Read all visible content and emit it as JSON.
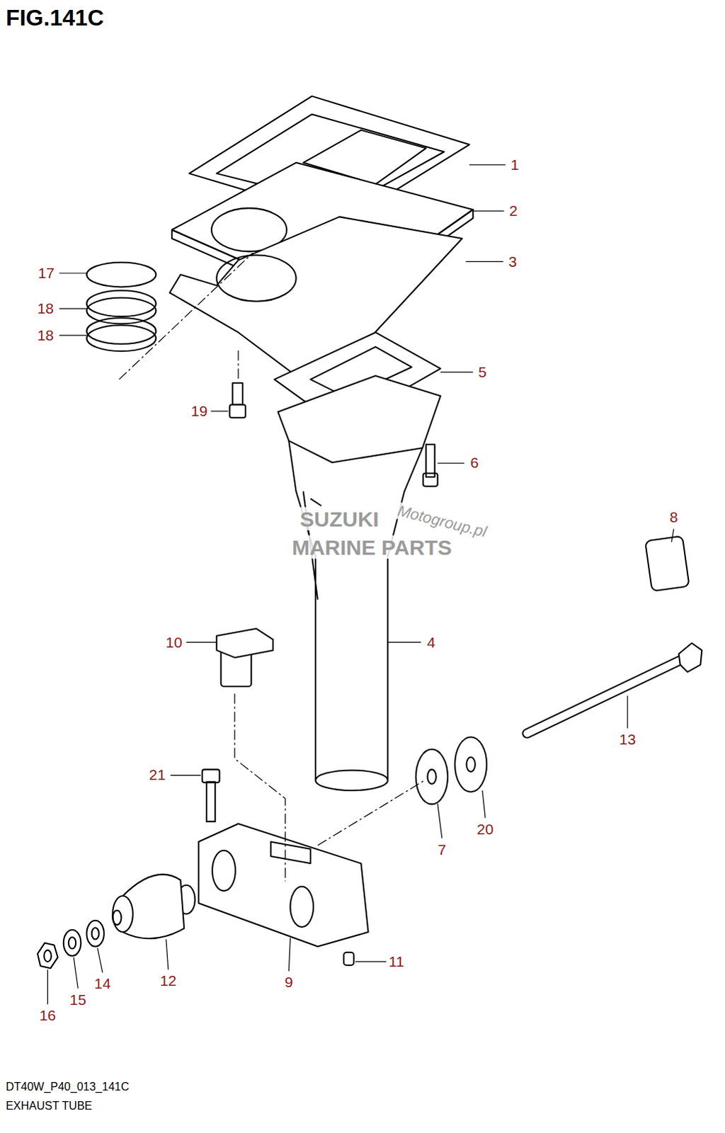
{
  "diagram": {
    "title": "FIG.141C",
    "caption": "EXHAUST TUBE",
    "labels": [
      "1",
      "2",
      "3",
      "17",
      "18",
      "18",
      "5",
      "19",
      "6",
      "8",
      "10",
      "4",
      "13",
      "21",
      "7",
      "20",
      "11",
      "12",
      "9",
      "14",
      "15",
      "16",
      "SUZUKI",
      "MARINE PARTS",
      "Motogroup.pl",
      "DT40W_P40_013_141C"
    ]
  }
}
